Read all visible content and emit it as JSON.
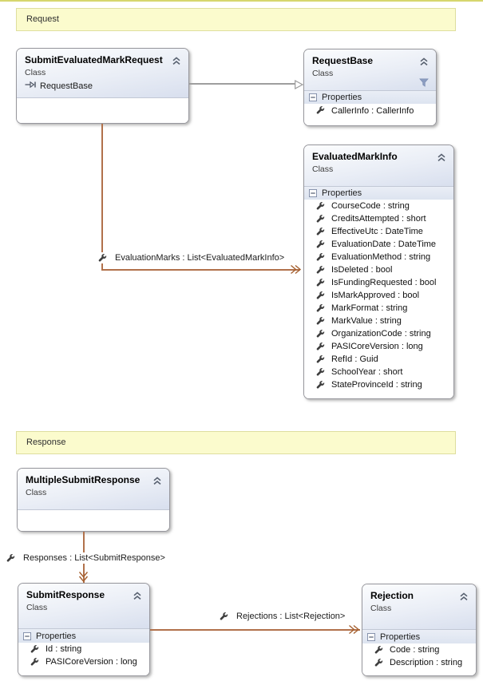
{
  "banners": {
    "request": "Request",
    "response": "Response"
  },
  "classes": {
    "submit_evaluated_mark_request": {
      "title": "SubmitEvaluatedMarkRequest",
      "kind": "Class",
      "base_type": "RequestBase"
    },
    "request_base": {
      "title": "RequestBase",
      "kind": "Class",
      "properties_label": "Properties",
      "properties": [
        "CallerInfo : CallerInfo"
      ]
    },
    "evaluated_mark_info": {
      "title": "EvaluatedMarkInfo",
      "kind": "Class",
      "properties_label": "Properties",
      "properties": [
        "CourseCode : string",
        "CreditsAttempted : short",
        "EffectiveUtc : DateTime",
        "EvaluationDate : DateTime",
        "EvaluationMethod : string",
        "IsDeleted : bool",
        "IsFundingRequested : bool",
        "IsMarkApproved : bool",
        "MarkFormat : string",
        "MarkValue : string",
        "OrganizationCode : string",
        "PASICoreVersion : long",
        "RefId : Guid",
        "SchoolYear : short",
        "StateProvinceId : string"
      ]
    },
    "multiple_submit_response": {
      "title": "MultipleSubmitResponse",
      "kind": "Class"
    },
    "submit_response": {
      "title": "SubmitResponse",
      "kind": "Class",
      "properties_label": "Properties",
      "properties": [
        "Id : string",
        "PASICoreVersion : long"
      ]
    },
    "rejection": {
      "title": "Rejection",
      "kind": "Class",
      "properties_label": "Properties",
      "properties": [
        "Code : string",
        "Description : string"
      ]
    }
  },
  "connector_labels": {
    "evaluation_marks": "EvaluationMarks : List<EvaluatedMarkInfo>",
    "responses": "Responses : List<SubmitResponse>",
    "rejections": "Rejections : List<Rejection>"
  },
  "icons": {
    "collapse": "chevron-up-double",
    "expander": "minus-box",
    "property": "wrench",
    "filter": "funnel",
    "inherits": "arrow-to-bar",
    "inheritance_arrowhead": "hollow-triangle",
    "association_arrowhead": "double-chevron"
  },
  "colors": {
    "banner_bg": "#fbfbcd",
    "banner_border": "#dede9e",
    "association_line": "#b1714b",
    "association_arrow": "#a5602f",
    "inheritance_line": "#9e9e9e",
    "header_gradient_top": "#fcfdfe",
    "header_gradient_bottom": "#d8dfee",
    "properties_row_bg": "#e3e8f3"
  }
}
